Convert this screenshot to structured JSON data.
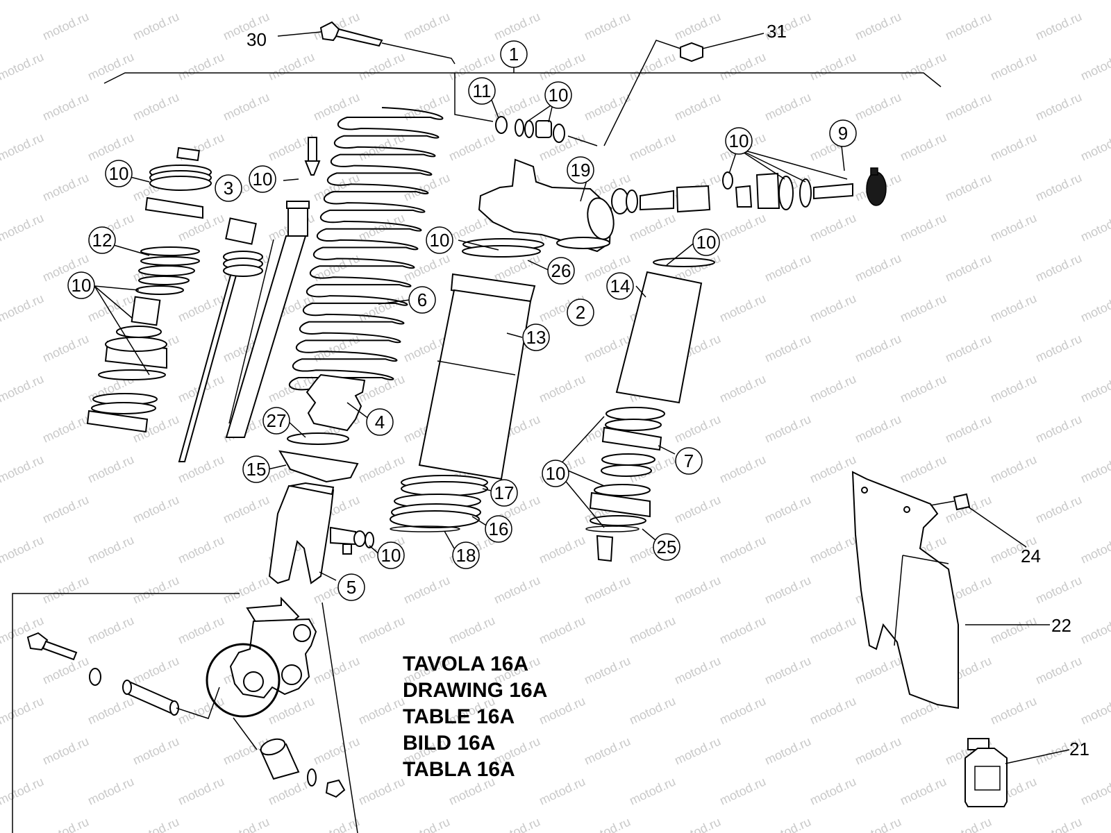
{
  "watermark": "motod.ru",
  "drawing_titles": [
    "TAVOLA  16A",
    "DRAWING  16A",
    "TABLE  16A",
    "BILD  16A",
    "TABLA  16A"
  ],
  "callouts": {
    "c1": "1",
    "c2": "2",
    "c3": "3",
    "c4": "4",
    "c5": "5",
    "c6": "6",
    "c7": "7",
    "c9": "9",
    "c10a": "10",
    "c10b": "10",
    "c10c": "10",
    "c10d": "10",
    "c10e": "10",
    "c10f": "10",
    "c10g": "10",
    "c10h": "10",
    "c10i": "10",
    "c11": "11",
    "c12": "12",
    "c13": "13",
    "c14": "14",
    "c15": "15",
    "c16": "16",
    "c17": "17",
    "c18": "18",
    "c19": "19",
    "c21": "21",
    "c22": "22",
    "c24": "24",
    "c25": "25",
    "c26": "26",
    "c27": "27",
    "c30": "30",
    "c31": "31"
  },
  "colors": {
    "line": "#000000",
    "background": "#ffffff",
    "watermark": "#c9c9c9"
  }
}
